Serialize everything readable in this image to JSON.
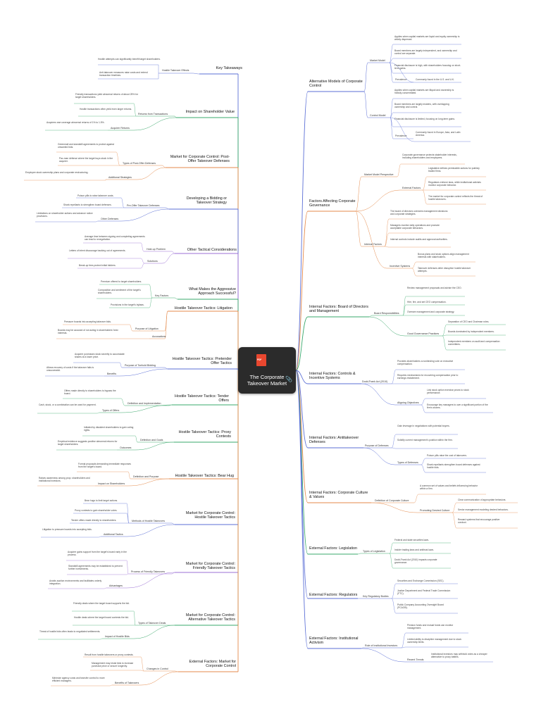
{
  "center": {
    "title": "The Corporate Takeover Market",
    "pdf_label": "PDF"
  },
  "colors": {
    "blue": "#5b6fd6",
    "green": "#3aa86b",
    "orange": "#e58a4b",
    "purple": "#9b6fd4"
  },
  "left": {
    "key_takeaways": {
      "label": "Key Takeaways",
      "hostile_effects": "Hostile Takeover Effects",
      "leaf1": "Hostile attempts can significantly benefit target shareholders.",
      "leaf2": "Anti-takeover measures raise costs and extend transaction timelines."
    },
    "shareholder_value": {
      "label": "Impact on Shareholder Value",
      "returns": "Returns from Transactions",
      "leaf1": "Friendly transactions yield abnormal returns of about 25% for target shareholders.",
      "leaf2": "Hostile transactions often yield even larger returns.",
      "acquirer": "Acquirer Returns",
      "leaf3": "Acquirers earn average abnormal returns of 1% to 1.5%."
    },
    "post_offer": {
      "label": "Market for Corporate Control: Post-Offer Takeover Defenses",
      "types": "Types of Post-Offer Defenses",
      "leaf1": "Greenmail and standstill agreements to protect against unwanted bids.",
      "leaf2": "Pac-man defense where the target buys stock in the acquirer.",
      "additional": "Additional Strategies",
      "leaf3": "Employee stock ownership plans and corporate restructuring."
    },
    "bidding": {
      "label": "Developing a Bidding or Takeover Strategy",
      "pre_offer": "Pre-Offer Takeover Defenses",
      "leaf1": "Poison pills to raise takeover costs.",
      "leaf2": "Shark repellants to strengthen board defenses.",
      "other": "Other Defenses",
      "leaf3": "Limitations on shareholder actions and advance notice provisions."
    },
    "other_tactical": {
      "label": "Other Tactical Considerations",
      "holdup": "Hold-up Problem",
      "leaf1": "Average time between signing and completing agreements can lead to renegotiation.",
      "leaf2": "Letters of intent discourage backing out of agreements.",
      "solutions": "Solutions",
      "leaf3": "Break-up fees protect initial bidders."
    },
    "aggressive": {
      "label": "What Makes the Aggressive Approach Successful?",
      "key_factors": "Key Factors",
      "leaf1": "Premium offered to target shareholders.",
      "leaf2": "Composition and sentiment of the target's shareholders.",
      "leaf3": "Provisions in the target's bylaws."
    },
    "litigation": {
      "label": "Hostile Takeover Tactics: Litigation",
      "purpose": "Purpose of Litigation",
      "leaf1": "Pressure boards into accepting takeover bids.",
      "accusations": "Accusations",
      "leaf2": "Boards may be accused of not acting in shareholders' best interests."
    },
    "pretender": {
      "label": "Hostile Takeover Tactics: Pretender Offer Tactics",
      "purpose": "Purpose of Toehold Bidding",
      "leaf1": "Acquirer purchases stock secretly to accumulate shares at a lower price.",
      "benefits": "Benefits",
      "leaf2": "Allows recovery of costs if the takeover fails is unsuccessful."
    },
    "tender": {
      "label": "Hostile Takeover Tactics: Tender Offers",
      "definition": "Definition and Implementation",
      "leaf1": "Offers made directly to shareholders to bypass the board.",
      "types": "Types of Offers",
      "leaf2": "Cash, stock, or a combination can be used for payment."
    },
    "proxy": {
      "label": "Hostile Takeover Tactics: Proxy Contests",
      "definition": "Definition and Goals",
      "leaf1": "Initiated by dissident shareholders to gain voting rights.",
      "outcomes": "Outcomes",
      "leaf2": "Empirical evidence suggests positive abnormal returns for target shareholders."
    },
    "bear_hug": {
      "label": "Hostile Takeover Tactics: Bear Hug",
      "definition": "Definition and Purpose",
      "leaf1": "Formal proposals demanding immediate responses from the target's board.",
      "impact": "Impact on Shareholders",
      "leaf2": "Raises awareness among prop. shareholders and institutional investors."
    },
    "hostile_tactics": {
      "label": "Market for Corporate Control: Hostile Takeover Tactics",
      "methods": "Methods of Hostile Takeovers",
      "leaf1": "Bear hugs to limit target actions.",
      "leaf2": "Proxy contests to gain shareholder votes.",
      "leaf3": "Tender offers made directly to shareholders.",
      "additional": "Additional Tactics",
      "leaf4": "Litigation to pressure boards into accepting bids."
    },
    "friendly_tactics": {
      "label": "Market for Corporate Control: Friendly Takeover Tactics",
      "process": "Process of Friendly Takeovers",
      "leaf1": "Acquirer gains support from the target's board early in the process.",
      "leaf2": "Standstill agreements may be established to prevent further investments.",
      "advantages": "Advantages",
      "leaf3": "Avoids auction environments and facilitates orderly integration."
    },
    "alternative": {
      "label": "Market for Corporate Control: Alternative Takeover Tactics",
      "types": "Types of Takeover Deals",
      "leaf1": "Friendly deals where the target board supports the bid.",
      "leaf2": "Hostile deals where the target board contests the bid.",
      "impact": "Impact of Hostile Bids",
      "leaf3": "Threat of hostile bids often leads to negotiated settlements."
    },
    "external_market": {
      "label": "External Factors: Market for Corporate Control",
      "changes": "Changes in Control",
      "leaf1": "Result from hostile takeovers or proxy contests.",
      "leaf2": "Management may resist bids to increase purchase price or secure longevity.",
      "benefits": "Benefits of Takeovers",
      "leaf3": "Minimize agency costs and transfer control to more efficient managers."
    }
  },
  "right": {
    "alt_models": {
      "label": "Alternative Models of Corporate Control",
      "market_model": "Market Model",
      "mm1": "Applies when capital markets are liquid and equity ownership is widely dispersed.",
      "mm2": "Board members are largely independent, and ownership and control are separate.",
      "mm3": "Financial disclosure is high, with shareholders focusing on short-term gains.",
      "prevalence": "Prevalence",
      "mm4": "Commonly found in the U.S. and U.K.",
      "control_model": "Control Model",
      "cm1": "Applies when capital markets are illiquid and ownership is heavily concentrated.",
      "cm2": "Board members are largely insiders, with overlapping ownership and control.",
      "cm3": "Financial disclosure is limited, focusing on long-term gains.",
      "prevalence2": "Prevalence",
      "cm4": "Commonly found in Europe, Asia, and Latin America."
    },
    "governance": {
      "label": "Factors Affecting Corporate Governance",
      "mm_perspective": "Market Model Perspective",
      "g1": "Corporate governance protects stakeholder interests, including shareholders and employees.",
      "external": "External Factors",
      "g2": "Legislative defines permissible actions for publicly traded firms.",
      "g3": "Regulators enforce laws, while institutional activists monitor corporate behavior.",
      "g4": "The market for corporate control reflects the threat of hostile takeovers.",
      "internal": "Internal Factors",
      "g5": "The board of directors oversees management decisions and corporate strategies.",
      "g6": "Managers monitor daily operations and promote acceptable corporate behaviors.",
      "g7": "Internal controls include audits and approval authorities.",
      "incentive": "Incentive Systems",
      "g8": "Bonus plans and stock options align management interests with stakeholders.",
      "g9": "Takeover defenses deter disruptive hostile takeover attempts."
    },
    "board": {
      "label": "Internal Factors: Board of Directors and Management",
      "board_resp": "Board Responsibilities",
      "b1": "Review management proposals and advise the CEO.",
      "b2": "Hire, fire, and set CEO compensation.",
      "b3": "Oversee management and corporate strategy.",
      "good_gov": "Good Governance Practices",
      "b4": "Separation of CEO and Chairman roles.",
      "b5": "Boards dominated by independent members.",
      "b6": "Independent members on audit and compensation committees."
    },
    "controls": {
      "label": "Internal Factors: Controls & Incentive Systems",
      "dodd": "Dodd-Frank Act (2010)",
      "c1": "Provides shareholders a nonbinding vote on executive compensation.",
      "c2": "Requires mechanisms for recovering compensation prior to earnings restatement.",
      "aligning": "Aligning Objectives",
      "c3": "Link stock option exercise prices to stock performance.",
      "c4": "Encourage key managers to own a significant portion of the firm's shares."
    },
    "antitakeover": {
      "label": "Internal Factors: Antitakeover Defenses",
      "purpose": "Purpose of Defenses",
      "a1": "Gain leverage in negotiations with potential buyers.",
      "a2": "Solidify current management's position within the firm.",
      "types": "Types of Defenses",
      "a3": "Poison pills raise the cost of takeovers.",
      "a4": "Shark repellants strengthen board defenses against hostile bids."
    },
    "culture": {
      "label": "Internal Factors: Corporate Culture & Values",
      "definition": "Definition of Corporate Culture",
      "cu1": "A common set of values and beliefs influencing behavior within a firm.",
      "promoting": "Promoting Desired Culture",
      "cu2": "Clear communication of appropriate behaviors.",
      "cu3": "Senior management modeling desired behaviors.",
      "cu4": "Reward systems that encourage positive conduct."
    },
    "legislation": {
      "label": "External Factors: Legislation",
      "types": "Types of Legislation",
      "l1": "Federal and state securities laws.",
      "l2": "Insider trading laws and antitrust laws.",
      "l3": "Dodd-Frank Act (2010) impacts corporate governance."
    },
    "regulators": {
      "label": "External Factors: Regulators",
      "key_bodies": "Key Regulatory Bodies",
      "r1": "Securities and Exchange Commission (SEC).",
      "r2": "Justice Department and Federal Trade Commission (FTC).",
      "r3": "Public Company Accounting Oversight Board (PCAOB)."
    },
    "activism": {
      "label": "External Factors: Institutional Activism",
      "role": "Role of Institutional Investors",
      "i1": "Pension funds and mutual funds can monitor management.",
      "i2": "Limited ability to discipline management due to stock ownership limits.",
      "recent": "Recent Trends",
      "i3": "Institutional investors may withhold votes as a cheaper alternative to proxy battles."
    }
  }
}
